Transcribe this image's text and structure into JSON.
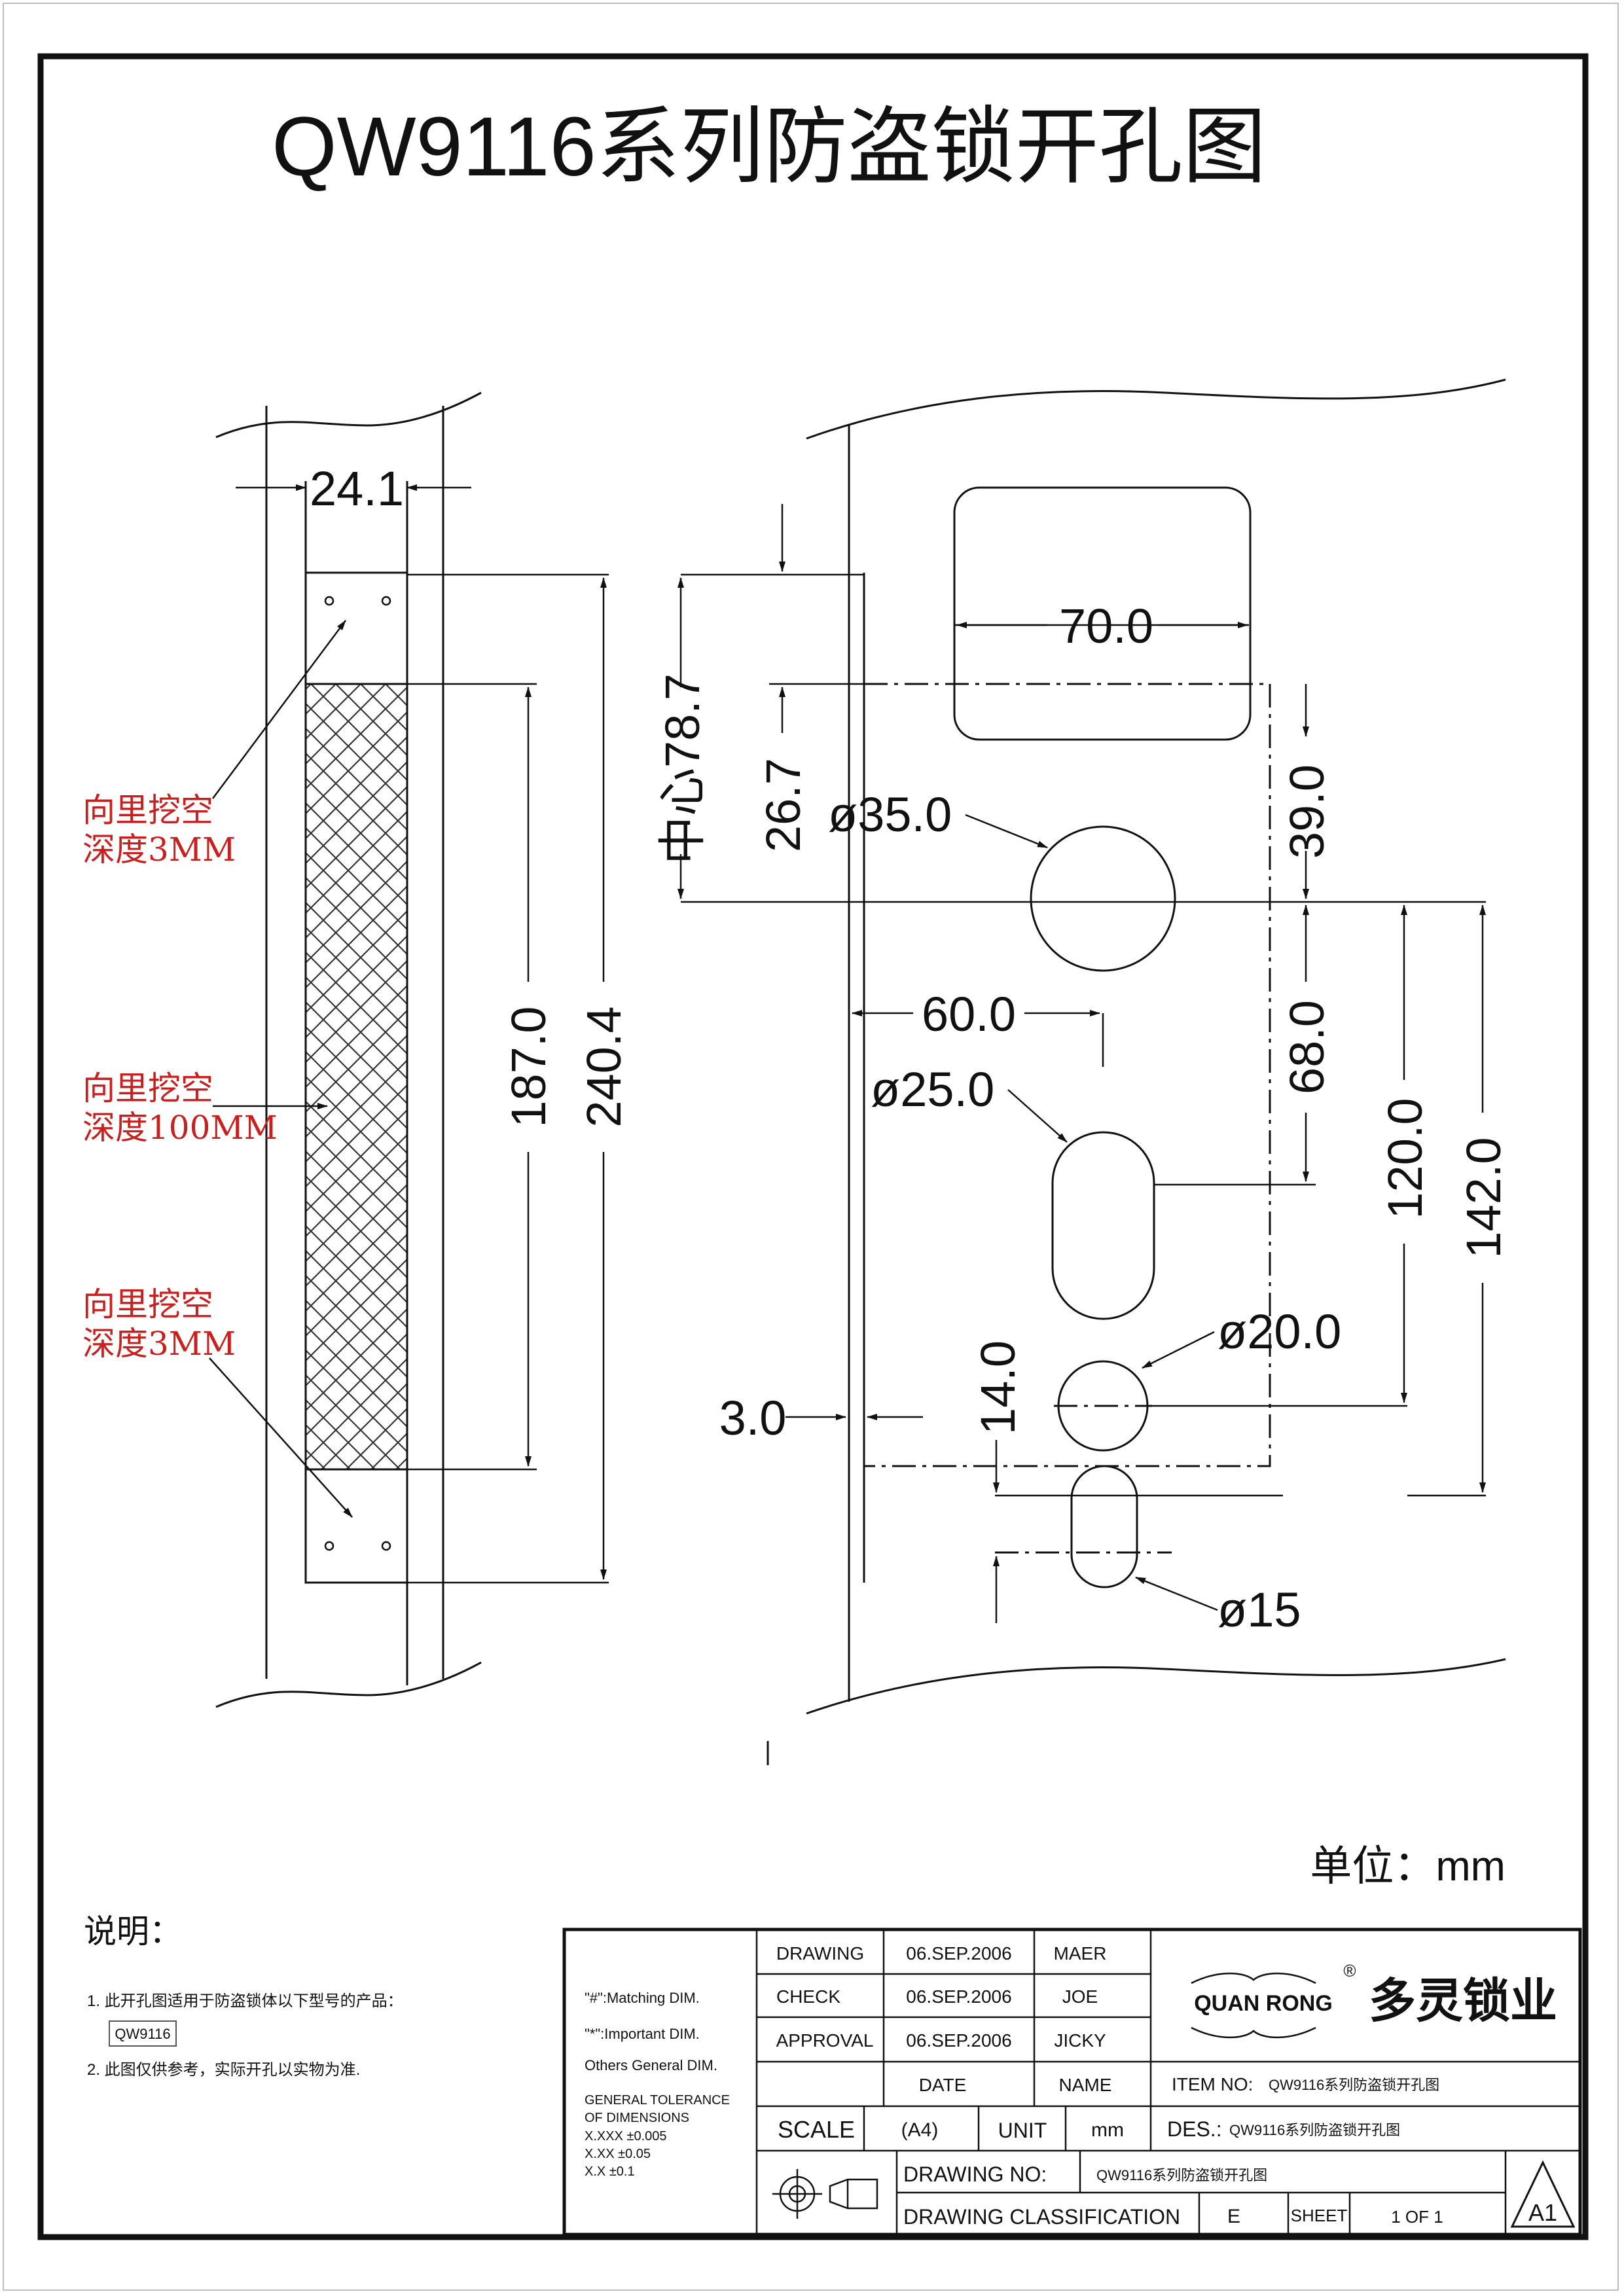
{
  "title": "QW9116系列防盗锁开孔图",
  "unit_label": "单位：mm",
  "notes": {
    "heading": "说明：",
    "item1": "1. 此开孔图适用于防盗锁体以下型号的产品：",
    "model_box": "QW9116",
    "item2": "2. 此图仅供参考，实际开孔以实物为准."
  },
  "side_view": {
    "dim_width": "24.1",
    "dim_187": "187.0",
    "dim_240": "240.4",
    "label_top_1": "向里挖空",
    "label_top_2": "深度3MM",
    "label_mid_1": "向里挖空",
    "label_mid_2": "深度100MM",
    "label_bot_1": "向里挖空",
    "label_bot_2": "深度3MM"
  },
  "front_view": {
    "dim_70": "70.0",
    "dim_78": "中心78.7",
    "dim_26": "26.7",
    "dim_phi35": "ø35.0",
    "dim_39": "39.0",
    "dim_60": "60.0",
    "dim_phi25": "ø25.0",
    "dim_68": "68.0",
    "dim_120": "120.0",
    "dim_142": "142.0",
    "dim_phi20": "ø20.0",
    "dim_14": "14.0",
    "dim_3": "3.0",
    "dim_phi15": "ø15"
  },
  "title_block": {
    "legend_matching": "\"#\":Matching  DIM.",
    "legend_important": "\"*\":Important  DIM.",
    "legend_others": "Others General  DIM.",
    "tol_1": "GENERAL TOLERANCE",
    "tol_2": "OF DIMENSIONS",
    "tol_xxx": "X.XXX   ±0.005",
    "tol_xx": "X.XX     ±0.05",
    "tol_x": "X.X       ±0.1",
    "drawing_label": "DRAWING",
    "drawing_date": "06.SEP.2006",
    "drawing_name": "MAER",
    "check_label": "CHECK",
    "check_date": "06.SEP.2006",
    "check_name": "JOE",
    "approval_label": "APPROVAL",
    "approval_date": "06.SEP.2006",
    "approval_name": "JICKY",
    "date_header": "DATE",
    "name_header": "NAME",
    "company_en": "QUAN RONG",
    "company_cn": "多灵锁业",
    "registered": "®",
    "item_no_label": "ITEM NO:",
    "item_no_value": "QW9116系列防盗锁开孔图",
    "scale_label": "SCALE",
    "scale_value": "(A4)",
    "unit_label": "UNIT",
    "unit_value": "mm",
    "des_label": "DES.:",
    "des_value": "QW9116系列防盗锁开孔图",
    "drawing_no_label": "DRAWING NO:",
    "drawing_no_value": "QW9116系列防盗锁开孔图",
    "classification_label": "DRAWING CLASSIFICATION",
    "classification_value": "E",
    "sheet_label": "SHEET",
    "sheet_value": "1 OF 1",
    "revision": "A1"
  },
  "colors": {
    "ink": "#111111",
    "annotation_red": "#c8201e",
    "hatch": "#333333"
  }
}
